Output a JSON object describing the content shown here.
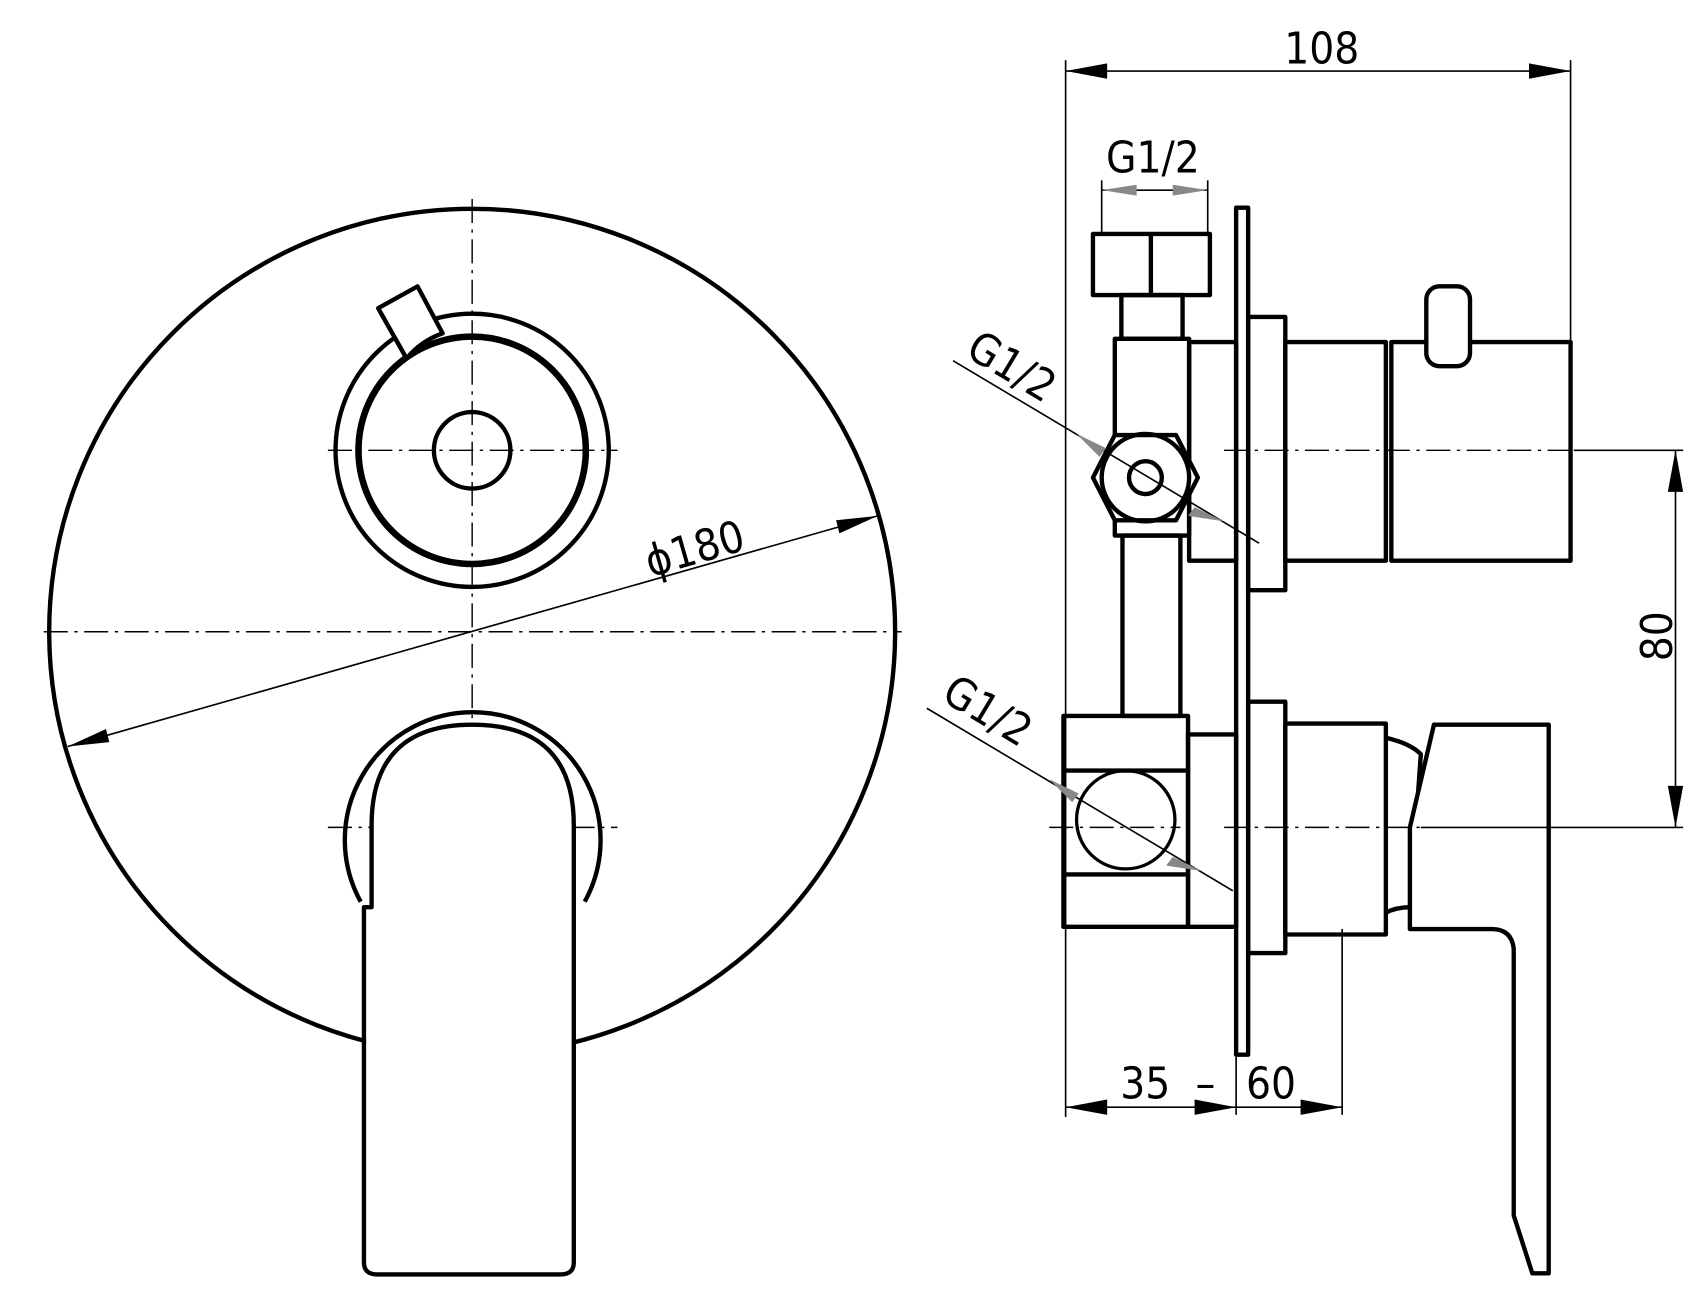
{
  "dimensions": {
    "diameter": "ϕ180",
    "overall_depth": "108",
    "thread_top": "G1/2",
    "thread_upper_side": "G1/2",
    "thread_lower_side": "G1/2",
    "axis_spacing": "80",
    "install_depth_min": "35",
    "install_depth_sep": "–",
    "install_depth_max": "60"
  }
}
